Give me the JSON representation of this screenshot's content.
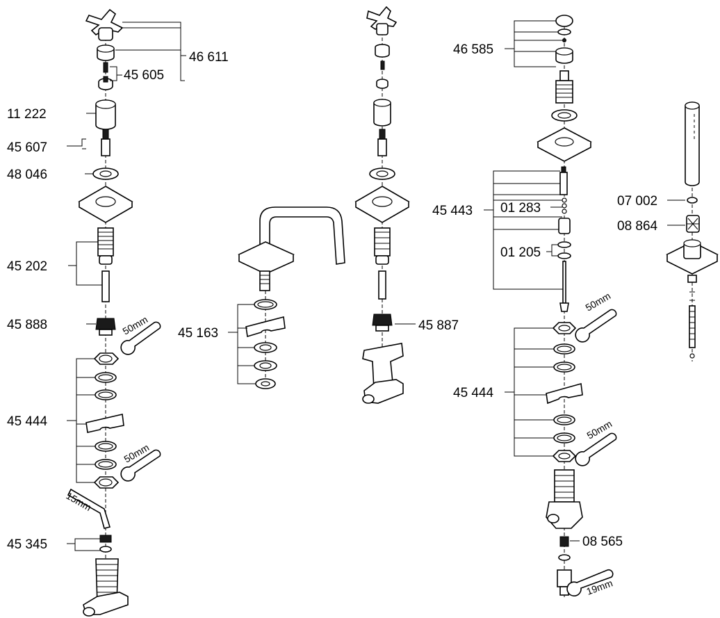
{
  "labels": {
    "p46611": "46 611",
    "p45605": "45 605",
    "p11222": "11 222",
    "p45607": "45 607",
    "p48046": "48 046",
    "p45202": "45 202",
    "p45888": "45 888",
    "p45444a": "45 444",
    "p45345": "45 345",
    "p45163": "45 163",
    "p45887": "45 887",
    "p46585": "46 585",
    "p45443": "45 443",
    "p01283": "01 283",
    "p01205": "01 205",
    "p45444b": "45 444",
    "p08565": "08 565",
    "p07002": "07 002",
    "p08864": "08 864"
  },
  "tools": {
    "w50a": "50mm",
    "w50b": "50mm",
    "hex15": "15mm",
    "w50c": "50mm",
    "w50d": "50mm",
    "w19": "19mm"
  },
  "colors": {
    "line": "#000000",
    "background": "#ffffff"
  }
}
